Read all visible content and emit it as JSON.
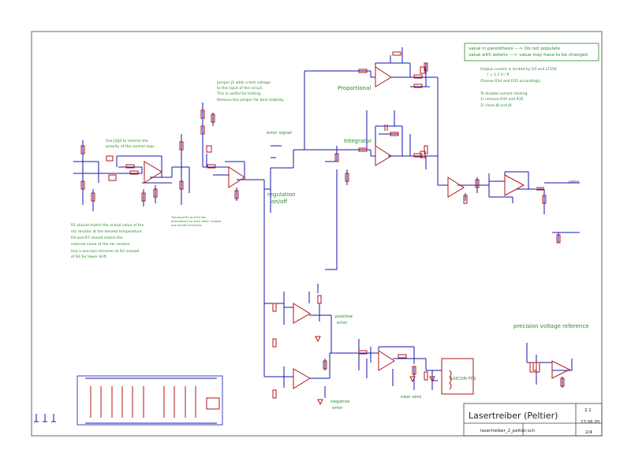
{
  "notes": {
    "top_right_1": "value in parenthesis ---> Do not populate",
    "top_right_2": "value with asterix ---> value may have to be changed",
    "current_1": "Output current is limited by U3 and LF356",
    "current_2": "I = 1.2 V / R",
    "current_3": "Choose R34 and R35 accordingly",
    "disable_1": "To disable current limiting:",
    "disable_2": "1) remove R34 and R35",
    "disable_3": "2) close J8 and J9",
    "jumper_1": "Jumper J2 adds a test voltage",
    "jumper_2": "to the input of the circuit.",
    "jumper_3": "This is useful for testing.",
    "jumper_4": "Remove the jumper for best stability.",
    "reverse_1": "Use J3/J4 to reverse the",
    "reverse_2": "polarity of the control loop",
    "r1_1": "R1 should match the actual value of the",
    "r1_2": "ntc resistor at the desired temperature.",
    "r1_3": "R4 and R7 should match the",
    "r1_4": "nominal value of the ntc resistor.",
    "r1_5": "Use a one-turn-trimmer at R2 instead",
    "r1_6": "of R4 for lower drift",
    "trimpot_1": "Trimmpot R2 and R4 are",
    "trimpot_2": "alternatives for each other. Choose",
    "trimpot_3": "one of both trimmers."
  },
  "labels": {
    "proportional": "Proportional",
    "integrator": "Integrator",
    "error_signal": "error signal",
    "regulation_1": "regulation",
    "regulation_2": "on/off",
    "positive_1": "positive",
    "positive_2": "error",
    "negative_1": "negative",
    "negative_2": "error",
    "near_zero": "near zero",
    "precision": "precision voltage reference",
    "peltier": "peltier",
    "axicon": "AXICON FP2"
  },
  "title_block": {
    "title": "Lasertreiber (Peltier)",
    "filename": "lasertreiber_2_peltier.sch",
    "date": "23.06.05",
    "rev": "2.1",
    "sheet": "2/4"
  }
}
